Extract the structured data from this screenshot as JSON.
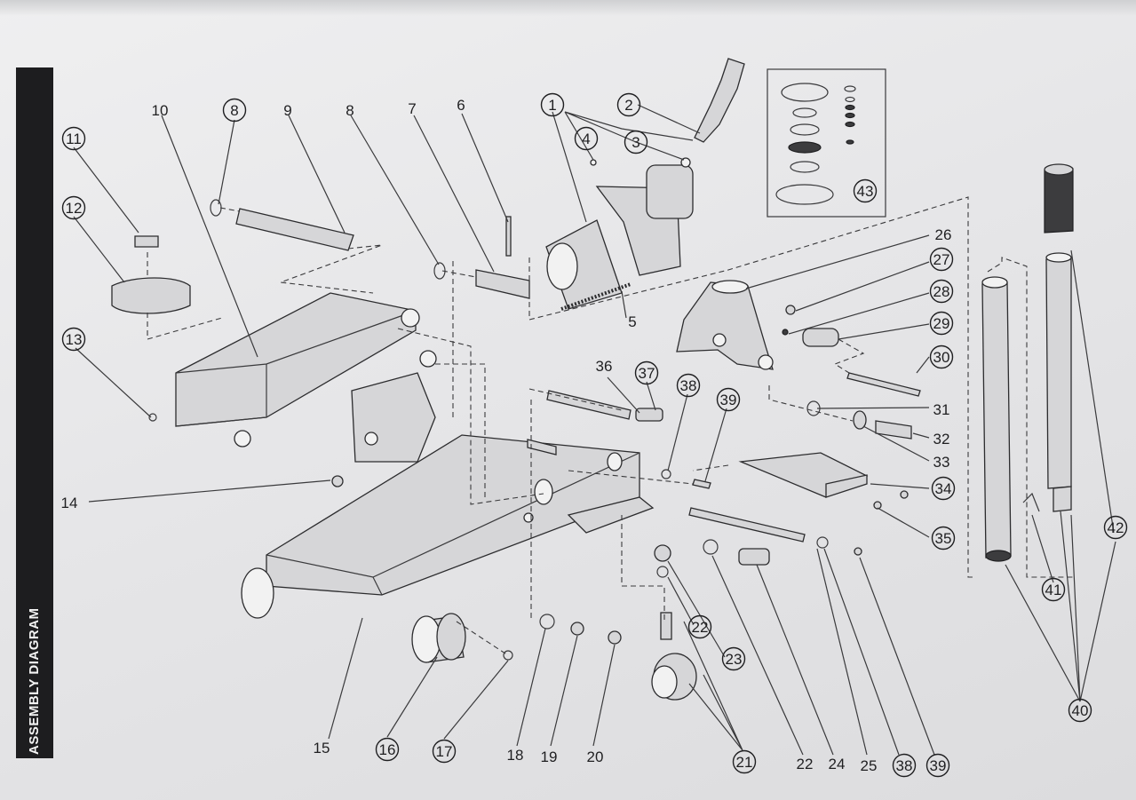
{
  "banner": {
    "title": "ASSEMBLY DIAGRAM"
  },
  "callouts": [
    {
      "num": "1",
      "circled": true
    },
    {
      "num": "2",
      "circled": true
    },
    {
      "num": "3",
      "circled": true
    },
    {
      "num": "4",
      "circled": true
    },
    {
      "num": "5",
      "circled": false
    },
    {
      "num": "6",
      "circled": false
    },
    {
      "num": "7",
      "circled": false
    },
    {
      "num": "8",
      "circled": false
    },
    {
      "num": "8",
      "circled": true
    },
    {
      "num": "9",
      "circled": false
    },
    {
      "num": "10",
      "circled": false
    },
    {
      "num": "11",
      "circled": true
    },
    {
      "num": "12",
      "circled": true
    },
    {
      "num": "13",
      "circled": true
    },
    {
      "num": "14",
      "circled": false
    },
    {
      "num": "15",
      "circled": false
    },
    {
      "num": "16",
      "circled": true
    },
    {
      "num": "17",
      "circled": true
    },
    {
      "num": "18",
      "circled": false
    },
    {
      "num": "19",
      "circled": false
    },
    {
      "num": "20",
      "circled": false
    },
    {
      "num": "21",
      "circled": true
    },
    {
      "num": "22",
      "circled": true
    },
    {
      "num": "22",
      "circled": false
    },
    {
      "num": "23",
      "circled": true
    },
    {
      "num": "24",
      "circled": false
    },
    {
      "num": "25",
      "circled": false
    },
    {
      "num": "26",
      "circled": false
    },
    {
      "num": "27",
      "circled": true
    },
    {
      "num": "28",
      "circled": true
    },
    {
      "num": "29",
      "circled": true
    },
    {
      "num": "30",
      "circled": true
    },
    {
      "num": "31",
      "circled": false
    },
    {
      "num": "32",
      "circled": false
    },
    {
      "num": "33",
      "circled": false
    },
    {
      "num": "34",
      "circled": true
    },
    {
      "num": "35",
      "circled": true
    },
    {
      "num": "36",
      "circled": false
    },
    {
      "num": "37",
      "circled": true
    },
    {
      "num": "38",
      "circled": true
    },
    {
      "num": "38",
      "circled": true
    },
    {
      "num": "39",
      "circled": true
    },
    {
      "num": "39",
      "circled": true
    },
    {
      "num": "40",
      "circled": true
    },
    {
      "num": "41",
      "circled": true
    },
    {
      "num": "42",
      "circled": true
    },
    {
      "num": "43",
      "circled": true
    }
  ]
}
